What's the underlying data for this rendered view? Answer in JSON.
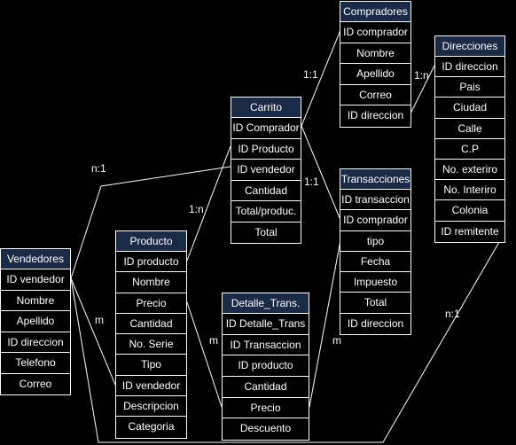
{
  "colors": {
    "background": "#000000",
    "header": "#1b2a47",
    "line": "#ffffff",
    "text": "#ffffff"
  },
  "entities": {
    "compradores": {
      "title": "Compradores",
      "fields": [
        "ID comprador",
        "Nombre",
        "Apellido",
        "Correo",
        "ID direccion"
      ]
    },
    "direcciones": {
      "title": "Direcciones",
      "fields": [
        "ID direccion",
        "Pais",
        "Ciudad",
        "Calle",
        "C.P",
        "No. exteriro",
        "No. Interiro",
        "Colonia",
        "ID remitente"
      ]
    },
    "carrito": {
      "title": "Carrito",
      "fields": [
        "ID Comprador",
        "ID Producto",
        "ID vendedor",
        "Cantidad",
        "Total/produc.",
        "Total"
      ]
    },
    "transacciones": {
      "title": "Transacciones",
      "fields": [
        "ID transaccion",
        "ID comprador",
        "tipo",
        "Fecha",
        "Impuesto",
        "Total",
        "ID direccion"
      ]
    },
    "vendedores": {
      "title": "Vendedores",
      "fields": [
        "ID vendedor",
        "Nombre",
        "Apellido",
        "ID direccion",
        "Telefono",
        "Correo"
      ]
    },
    "producto": {
      "title": "Producto",
      "fields": [
        "ID producto",
        "Nombre",
        "Precio",
        "Cantidad",
        "No. Serie",
        "Tipo",
        "ID vendedor",
        "Descripcion",
        "Categoria"
      ]
    },
    "detalle_trans": {
      "title": "Detalle_Trans.",
      "fields": [
        "ID Detalle_Trans",
        "ID Transaccion",
        "ID producto",
        "Cantidad",
        "Precio",
        "Descuento"
      ]
    }
  },
  "relationships": [
    {
      "id": "carrito-compradores",
      "label": "1:1"
    },
    {
      "id": "compradores-direcciones",
      "label": "1:n"
    },
    {
      "id": "carrito-transacciones",
      "label": "1:1"
    },
    {
      "id": "vendedores-carrito",
      "label": "n:1"
    },
    {
      "id": "producto-carrito",
      "label": "1:n"
    },
    {
      "id": "vendedores-producto",
      "label": "m"
    },
    {
      "id": "producto-detalle",
      "label": "m"
    },
    {
      "id": "detalle-transacciones",
      "label": "m"
    },
    {
      "id": "vendedores-direcciones",
      "label": "n:1"
    }
  ]
}
